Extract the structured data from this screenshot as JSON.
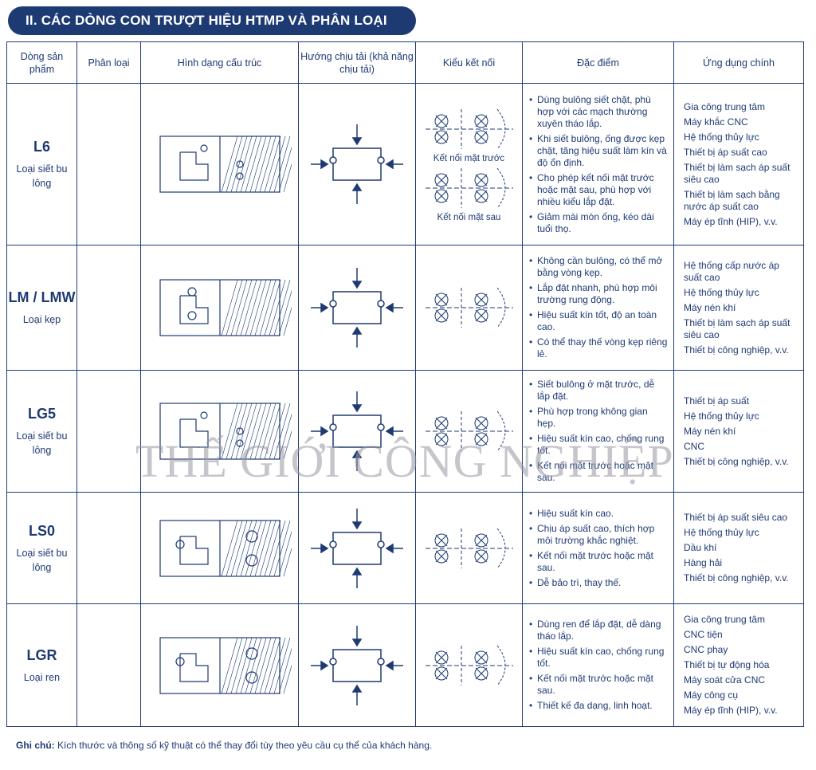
{
  "title": "II. CÁC DÒNG CON TRƯỢT HIỆU HTMP VÀ PHÂN LOẠI",
  "headers": {
    "product_line": "Dòng sản phẩm",
    "classification": "Phân loại",
    "structure": "Hình dạng cấu trúc",
    "load_direction": "Hướng chịu tải (khả năng chịu tải)",
    "connection": "Kiểu kết nối",
    "features": "Đặc điểm",
    "applications": "Ứng dụng chính"
  },
  "rows": [
    {
      "code": "L6",
      "type": "Loại siết bu lông",
      "connection_labels": [
        "Kết nối mặt trước",
        "Kết nối mặt sau"
      ],
      "features": [
        "Dùng bulông siết chặt, phù hợp với các mạch thường xuyên tháo lắp.",
        "Khi siết bulông, ống được kẹp chặt, tăng hiệu suất làm kín và độ ổn định.",
        "Cho phép kết nối mặt trước hoặc mặt sau, phù hợp với nhiều kiểu lắp đặt.",
        "Giảm mài mòn ống, kéo dài tuổi thọ."
      ],
      "applications": [
        "Gia công trung tâm",
        "Máy khắc CNC",
        "Hệ thống thủy lực",
        "Thiết bị áp suất cao",
        "Thiết bị làm sạch áp suất siêu cao",
        "Thiết bị làm sạch bằng nước áp suất cao",
        "Máy ép tĩnh (HIP), v.v."
      ]
    },
    {
      "code": "LM / LMW",
      "type": "Loại kẹp",
      "connection_labels": [],
      "features": [
        "Không cần bulông, có thể mở bằng vòng kẹp.",
        "Lắp đặt nhanh, phù hợp môi trường rung động.",
        "Hiệu suất kín tốt, độ an toàn cao.",
        "Có thể thay thế vòng kẹp riêng lẻ."
      ],
      "applications": [
        "Hệ thống cấp nước áp suất cao",
        "Hệ thống thủy lực",
        "Máy nén khí",
        "Thiết bị làm sạch áp suất siêu cao",
        "Thiết bị công nghiệp, v.v."
      ]
    },
    {
      "code": "LG5",
      "type": "Loại siết bu lông",
      "connection_labels": [],
      "features": [
        "Siết bulông ở mặt trước, dễ lắp đặt.",
        "Phù hợp trong không gian hẹp.",
        "Hiệu suất kín cao, chống rung tốt.",
        "Kết nối mặt trước hoặc mặt sau."
      ],
      "applications": [
        "Thiết bị áp suất",
        "Hệ thống thủy lực",
        "Máy nén khí",
        "CNC",
        "Thiết bị công nghiệp, v.v."
      ]
    },
    {
      "code": "LS0",
      "type": "Loại siết bu lông",
      "connection_labels": [],
      "features": [
        "Hiệu suất kín cao.",
        "Chịu áp suất cao, thích hợp môi trường khắc nghiệt.",
        "Kết nối mặt trước hoặc mặt sau.",
        "Dễ bảo trì, thay thế."
      ],
      "applications": [
        "Thiết bị áp suất siêu cao",
        "Hệ thống thủy lực",
        "Dầu khí",
        "Hàng hải",
        "Thiết bị công nghiệp, v.v."
      ]
    },
    {
      "code": "LGR",
      "type": "Loại ren",
      "connection_labels": [],
      "features": [
        "Dùng ren để lắp đặt, dễ dàng tháo lắp.",
        "Hiệu suất kín cao, chống rung tốt.",
        "Kết nối mặt trước hoặc mặt sau.",
        "Thiết kế đa dạng, linh hoạt."
      ],
      "applications": [
        "Gia công trung tâm",
        "CNC tiện",
        "CNC phay",
        "Thiết bị tự động hóa",
        "Máy soát cửa CNC",
        "Máy công cụ",
        "Máy ép tĩnh (HIP), v.v."
      ]
    }
  ],
  "note_label": "Ghi chú:",
  "note_text": "Kích thước và thông số kỹ thuật có thể thay đổi tùy theo yêu cầu cụ thể của khách hàng.",
  "watermark": "THẾ GIỚI CÔNG NGHIỆP"
}
